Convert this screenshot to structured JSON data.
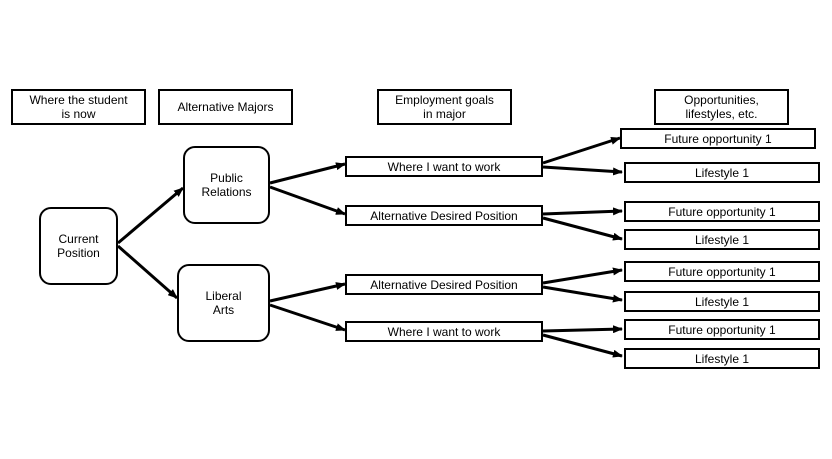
{
  "headers": {
    "student": "Where the student\nis now",
    "majors": "Alternative Majors",
    "goals": "Employment goals\nin major",
    "opportunities": "Opportunities,\nlifestyles, etc."
  },
  "nodes": {
    "current": "Current\nPosition",
    "public_relations": "Public\nRelations",
    "liberal_arts": "Liberal\nArts"
  },
  "goals": {
    "pr_1": "Where I want to work",
    "pr_2": "Alternative Desired Position",
    "la_1": "Alternative Desired Position",
    "la_2": "Where I want to work"
  },
  "outcomes": {
    "o1": "Future opportunity 1",
    "o2": "Lifestyle 1",
    "o3": "Future opportunity 1",
    "o4": "Lifestyle 1",
    "o5": "Future opportunity 1",
    "o6": "Lifestyle 1",
    "o7": "Future opportunity 1",
    "o8": "Lifestyle 1"
  }
}
